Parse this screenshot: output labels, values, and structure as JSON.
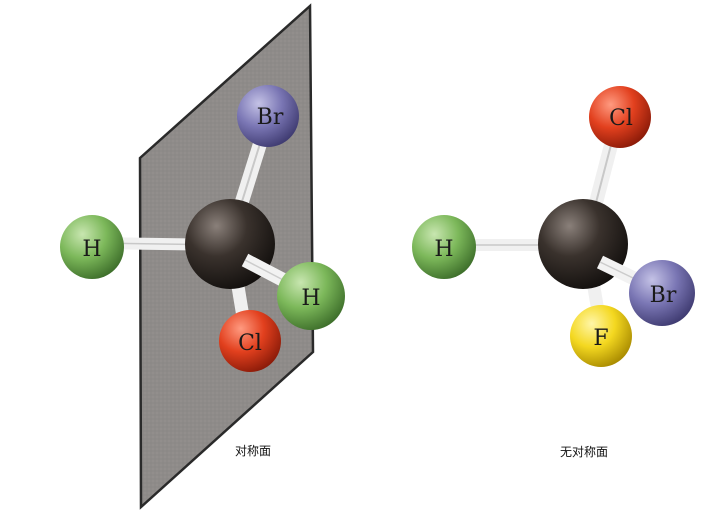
{
  "left_molecule": {
    "atoms": {
      "top": "Br",
      "left": "H",
      "right": "H",
      "bottom": "Cl"
    },
    "caption": "对称面"
  },
  "right_molecule": {
    "atoms": {
      "top": "Cl",
      "left": "H",
      "right": "Br",
      "bottom": "F"
    },
    "caption": "无对称面"
  },
  "colors": {
    "plane": "#8c8a88",
    "plane_edge": "#2a2a2a",
    "carbon": "#2b2521",
    "hydrogen": "#6aa850",
    "bromine": "#6e6aa6",
    "chlorine": "#d8361c",
    "fluorine": "#f2d21e",
    "bond": "#e6e6e6"
  }
}
